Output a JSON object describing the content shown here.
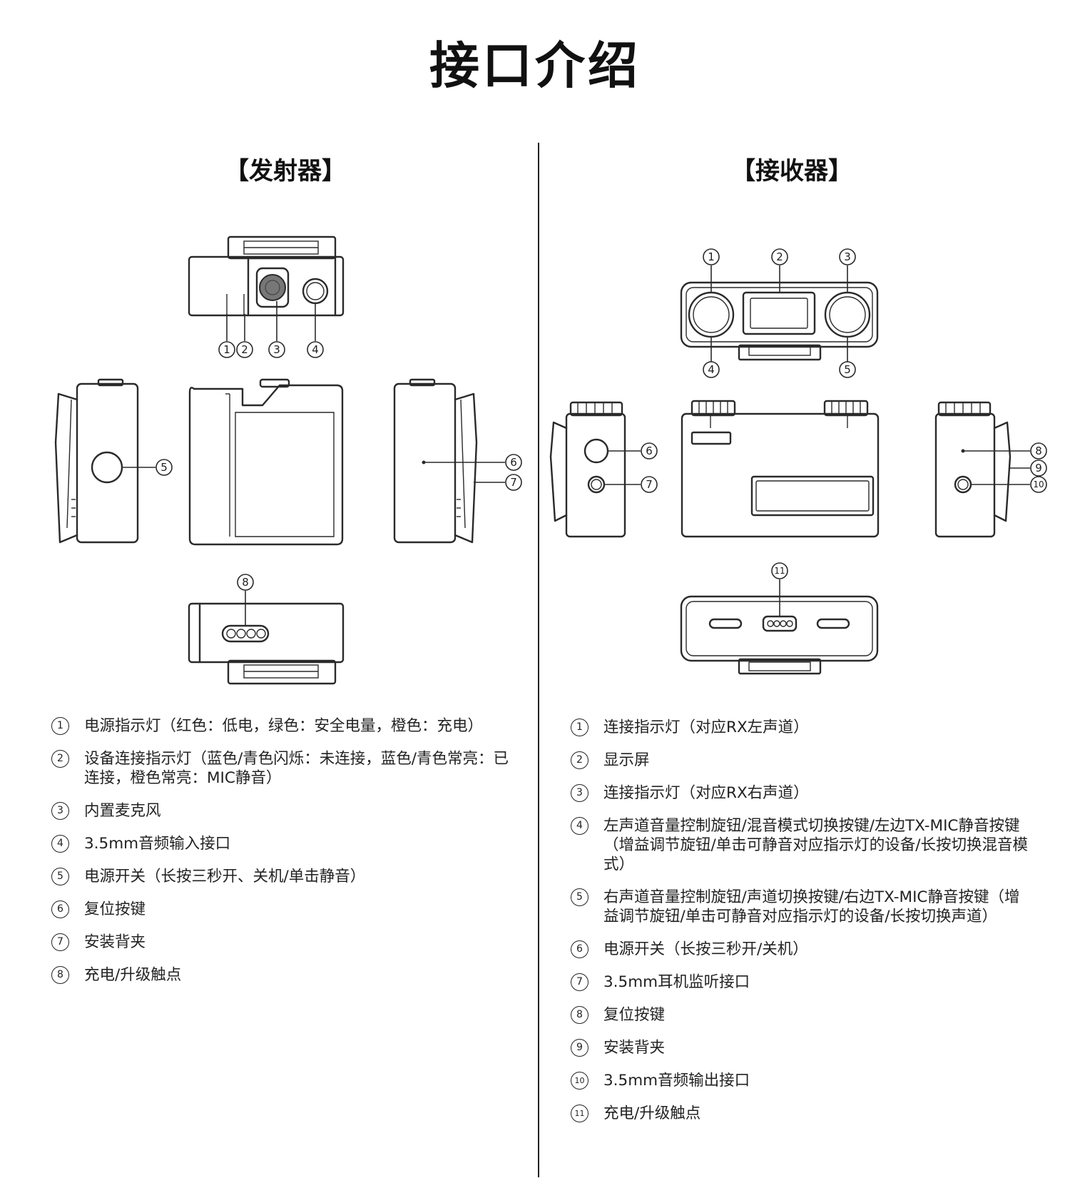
{
  "page": {
    "title": "接口介绍"
  },
  "transmitter": {
    "title": "【发射器】",
    "legend": [
      {
        "num": "1",
        "text": "电源指示灯（红色：低电，绿色：安全电量，橙色：充电）"
      },
      {
        "num": "2",
        "text": "设备连接指示灯（蓝色/青色闪烁：未连接，蓝色/青色常亮：已连接，橙色常亮：MIC静音）"
      },
      {
        "num": "3",
        "text": "内置麦克风"
      },
      {
        "num": "4",
        "text": "3.5mm音频输入接口"
      },
      {
        "num": "5",
        "text": "电源开关（长按三秒开、关机/单击静音）"
      },
      {
        "num": "6",
        "text": "复位按键"
      },
      {
        "num": "7",
        "text": "安装背夹"
      },
      {
        "num": "8",
        "text": "充电/升级触点"
      }
    ]
  },
  "receiver": {
    "title": "【接收器】",
    "legend": [
      {
        "num": "1",
        "text": "连接指示灯（对应RX左声道）"
      },
      {
        "num": "2",
        "text": "显示屏"
      },
      {
        "num": "3",
        "text": "连接指示灯（对应RX右声道）"
      },
      {
        "num": "4",
        "text": "左声道音量控制旋钮/混音模式切换按键/左边TX-MIC静音按键（增益调节旋钮/单击可静音对应指示灯的设备/长按切换混音模式）"
      },
      {
        "num": "5",
        "text": "右声道音量控制旋钮/声道切换按键/右边TX-MIC静音按键（增益调节旋钮/单击可静音对应指示灯的设备/长按切换声道）"
      },
      {
        "num": "6",
        "text": "电源开关（长按三秒开/关机）"
      },
      {
        "num": "7",
        "text": "3.5mm耳机监听接口"
      },
      {
        "num": "8",
        "text": "复位按键"
      },
      {
        "num": "9",
        "text": "安装背夹"
      },
      {
        "num": "10",
        "text": "3.5mm音频输出接口"
      },
      {
        "num": "11",
        "text": "充电/升级触点"
      }
    ]
  }
}
